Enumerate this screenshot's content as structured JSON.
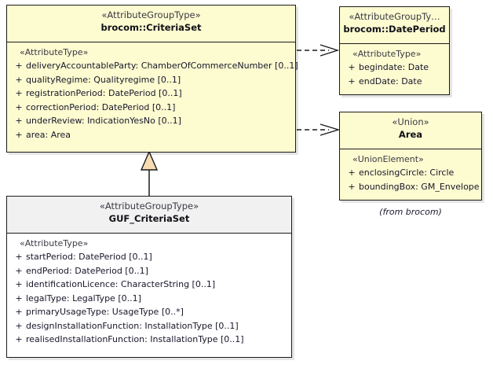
{
  "diagram": {
    "type": "uml-class-diagram",
    "background": "#ffffff",
    "fill_yellow": "#fdfbd0",
    "fill_white": "#ffffff",
    "fill_header_gray": "#f1f1f1",
    "line_color": "#1b1b1b",
    "triangle_fill": "#f5dcb3"
  },
  "classes": {
    "criteria_set": {
      "stereotype": "«AttributeGroupType»",
      "name": "brocom::CriteriaSet",
      "compartment_stereotype": "«AttributeType»",
      "attributes": [
        {
          "visibility": "+",
          "signature": "deliveryAccountableParty: ChamberOfCommerceNumber [0..1]"
        },
        {
          "visibility": "+",
          "signature": "qualityRegime: Qualityregime [0..1]"
        },
        {
          "visibility": "+",
          "signature": "registrationPeriod: DatePeriod [0..1]"
        },
        {
          "visibility": "+",
          "signature": "correctionPeriod: DatePeriod [0..1]"
        },
        {
          "visibility": "+",
          "signature": "underReview: IndicationYesNo [0..1]"
        },
        {
          "visibility": "+",
          "signature": "area: Area"
        }
      ]
    },
    "date_period": {
      "stereotype": "«AttributeGroupTy…",
      "name": "brocom::DatePeriod",
      "compartment_stereotype": "«AttributeType»",
      "attributes": [
        {
          "visibility": "+",
          "signature": "begindate: Date"
        },
        {
          "visibility": "+",
          "signature": "endDate: Date"
        }
      ]
    },
    "area": {
      "stereotype": "«Union»",
      "name": "Area",
      "compartment_stereotype": "«UnionElement»",
      "attributes": [
        {
          "visibility": "+",
          "signature": "enclosingCircle: Circle"
        },
        {
          "visibility": "+",
          "signature": "boundingBox: GM_Envelope"
        }
      ],
      "package_note": "(from brocom)"
    },
    "guf_criteria_set": {
      "stereotype": "«AttributeGroupType»",
      "name": "GUF_CriteriaSet",
      "compartment_stereotype": "«AttributeType»",
      "attributes": [
        {
          "visibility": "+",
          "signature": "startPeriod: DatePeriod [0..1]"
        },
        {
          "visibility": "+",
          "signature": "endPeriod: DatePeriod [0..1]"
        },
        {
          "visibility": "+",
          "signature": "identificationLicence: CharacterString [0..1]"
        },
        {
          "visibility": "+",
          "signature": "legalType: LegalType [0..1]"
        },
        {
          "visibility": "+",
          "signature": "primaryUsageType: UsageType [0..*]"
        },
        {
          "visibility": "+",
          "signature": "designInstallationFunction: InstallationType [0..1]"
        },
        {
          "visibility": "+",
          "signature": "realisedInstallationFunction: InstallationType [0..1]"
        }
      ]
    }
  },
  "relationships": [
    {
      "kind": "generalization",
      "from": "GUF_CriteriaSet",
      "to": "brocom::CriteriaSet",
      "arrow": "hollow-triangle",
      "line": "solid"
    },
    {
      "kind": "dependency",
      "from": "brocom::CriteriaSet",
      "to": "brocom::DatePeriod",
      "arrow": "open-arrow",
      "line": "dashed"
    },
    {
      "kind": "dependency",
      "from": "brocom::CriteriaSet",
      "to": "Area",
      "arrow": "open-arrow",
      "line": "dashed"
    }
  ]
}
